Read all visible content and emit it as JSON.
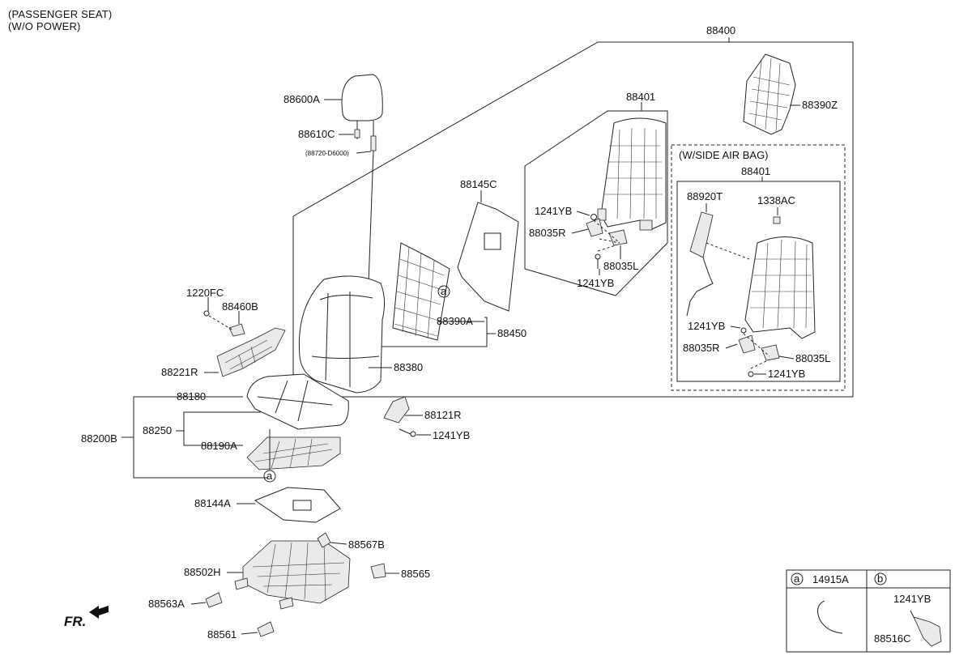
{
  "heading": {
    "line1": "(PASSENGER SEAT)",
    "line2": "(W/O POWER)"
  },
  "variant_box": {
    "title": "(W/SIDE AIR BAG)"
  },
  "labels": {
    "p88400": "88400",
    "p88401_top": "88401",
    "p88390Z": "88390Z",
    "p88401_inner": "88401",
    "p88920T": "88920T",
    "p1338AC": "1338AC",
    "p1241YB_a": "1241YB",
    "p88035R_a": "88035R",
    "p88035L_a": "88035L",
    "p1241YB_b": "1241YB",
    "p1241YB_c": "1241YB",
    "p88035R_b": "88035R",
    "p88035L_b": "88035L",
    "p1241YB_d": "1241YB",
    "p88600A": "88600A",
    "p88610C": "88610C",
    "p88720": "(88720-D6000)",
    "p88145C": "88145C",
    "p1220FC": "1220FC",
    "p88460B": "88460B",
    "p88390A": "88390A",
    "p88450": "88450",
    "p88221R": "88221R",
    "p88380": "88380",
    "p88180": "88180",
    "p88250": "88250",
    "p88200B": "88200B",
    "p88190A": "88190A",
    "p88121R": "88121R",
    "p1241YB_e": "1241YB",
    "p88144A": "88144A",
    "p88567B": "88567B",
    "p88502H": "88502H",
    "p88565": "88565",
    "p88563A": "88563A",
    "p88561": "88561",
    "callout_a1": "a",
    "callout_a2": "a"
  },
  "legend": {
    "a_key": "a",
    "a_part": "14915A",
    "b_key": "b",
    "b_part1": "1241YB",
    "b_part2": "88516C"
  },
  "front_marker": "FR."
}
